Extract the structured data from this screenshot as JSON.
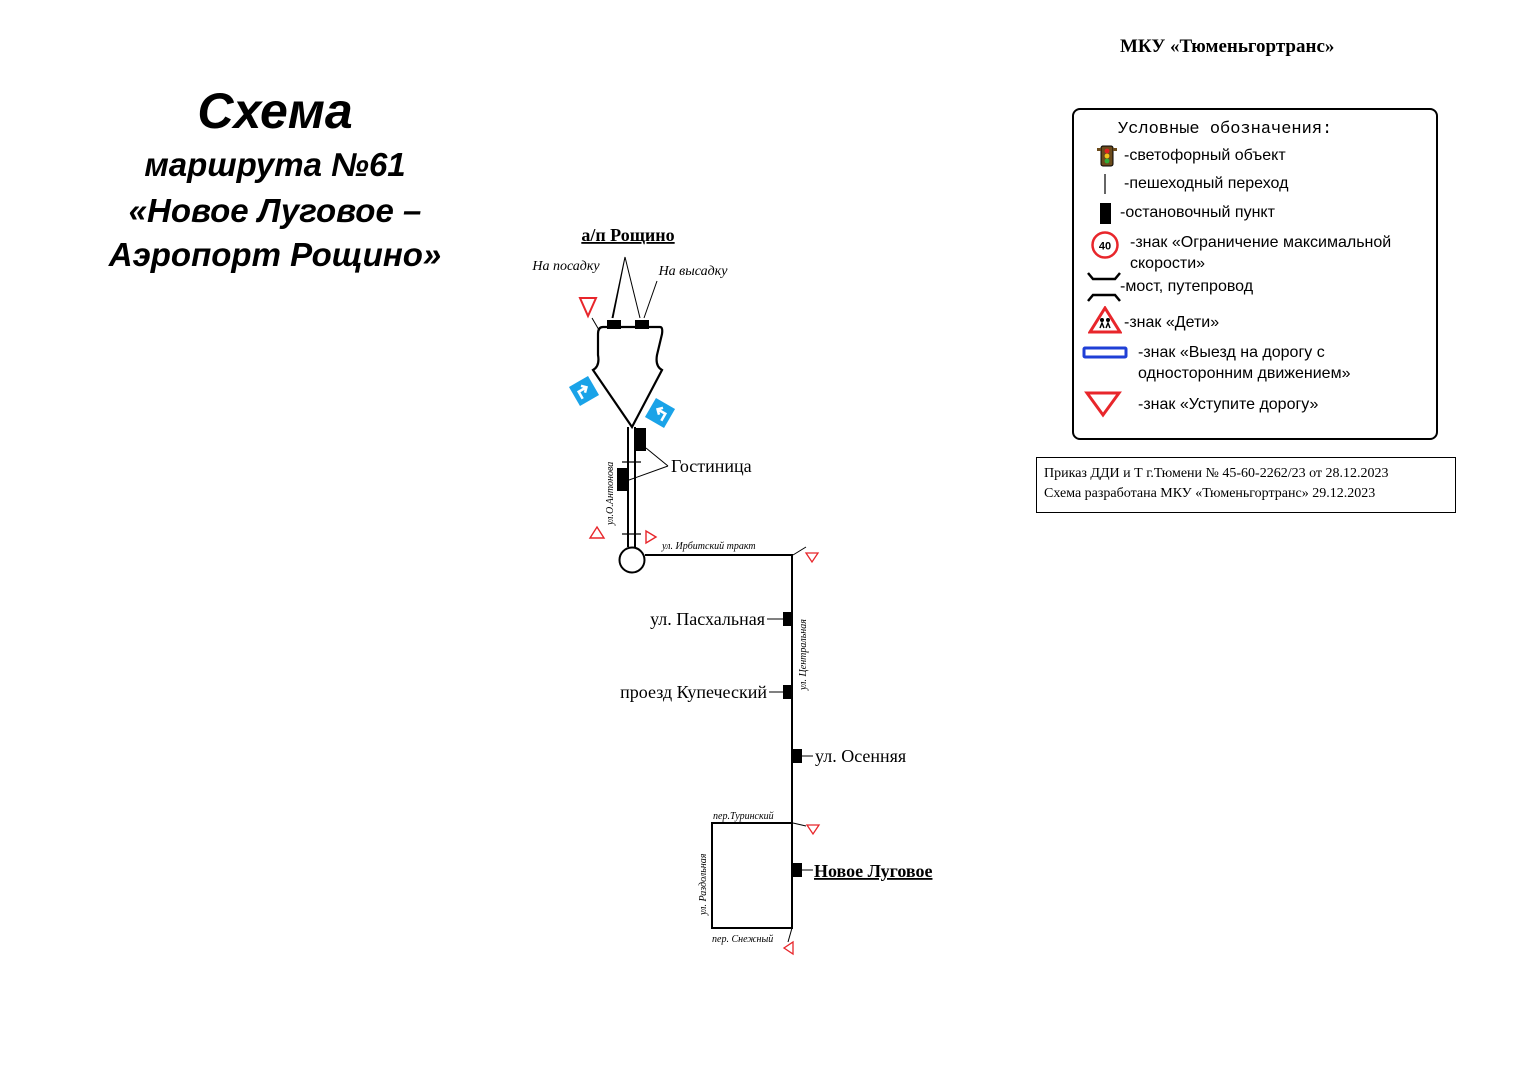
{
  "title": {
    "line1": "Схема",
    "line2": "маршрута №61",
    "line3": "«Новое Луговое –",
    "line4": "Аэропорт Рощино»"
  },
  "organization": "МКУ «Тюменьгортранс»",
  "legend": {
    "title": "Условные обозначения:",
    "items": [
      {
        "icon": "traffic-light-icon",
        "label": "-светофорный объект"
      },
      {
        "icon": "pedestrian-crossing-icon",
        "label": "-пешеходный переход"
      },
      {
        "icon": "bus-stop-icon",
        "label": "-остановочный пункт"
      },
      {
        "icon": "speed-limit-sign-icon",
        "sign_value": "40",
        "label": "-знак «Ограничение максимальной скорости»"
      },
      {
        "icon": "bridge-icon",
        "label": "-мост, путепровод"
      },
      {
        "icon": "children-sign-icon",
        "label": "-знак «Дети»"
      },
      {
        "icon": "one-way-exit-sign-icon",
        "label": "-знак «Выезд на дорогу с односторонним движением»"
      },
      {
        "icon": "give-way-sign-icon",
        "label": "-знак «Уступите дорогу»"
      }
    ]
  },
  "order_note": {
    "line1": "Приказ ДДИ и Т г.Тюмени № 45-60-2262/23  от 28.12.2023",
    "line2": "Схема разработана МКУ «Тюменьгортранс» 29.12.2023"
  },
  "map": {
    "terminal_top": "а/п Рощино",
    "boarding": "На посадку",
    "alighting": "На высадку",
    "stops": {
      "gostinitsa": "Гостиница",
      "paskhalnaya": "ул. Пасхальная",
      "kupechesky": "проезд Купеческий",
      "osennyaya": "ул. Осенняя",
      "terminal_bottom": "Новое Луговое"
    },
    "streets": {
      "antonova": "ул.О.Антонова",
      "irbitsky": "ул. Ирбитский тракт",
      "tsentralnaya": "ул. Центральная",
      "turinsky": "пер.Туринский",
      "razdolnaya": "ул. Раздольная",
      "snezhny": "пер. Снежный"
    }
  },
  "colors": {
    "sign_red": "#e8262b",
    "one_way_blue": "#1f3fd6",
    "turn_arrow_blue": "#1aa3e8",
    "route_line": "#000000"
  }
}
